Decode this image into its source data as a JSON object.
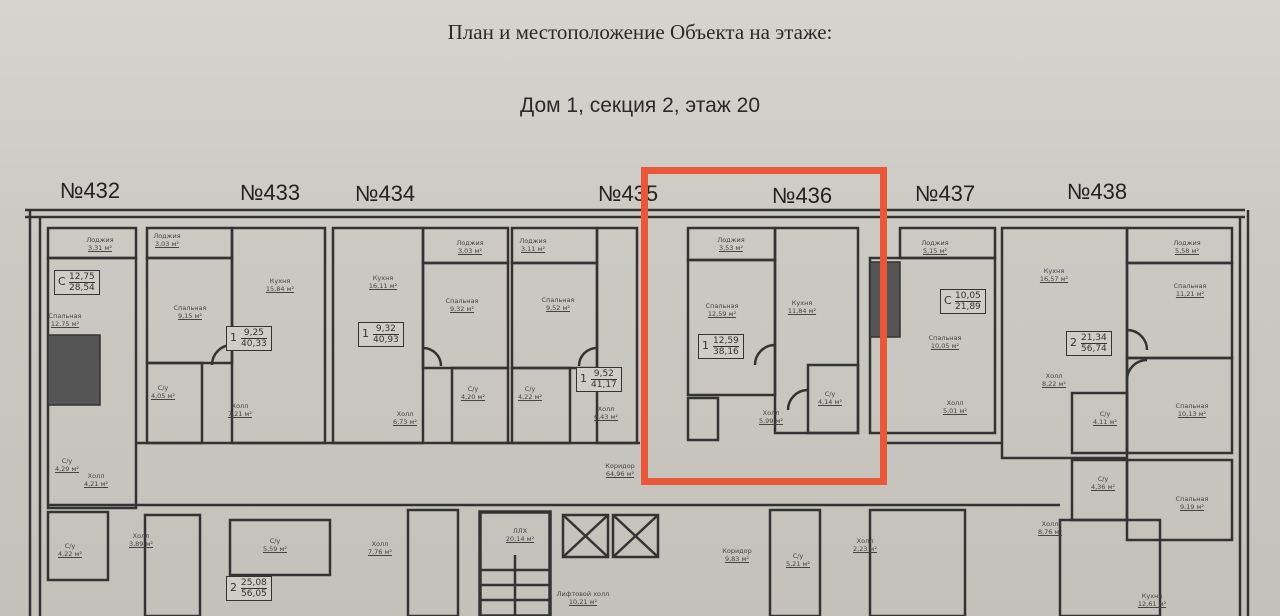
{
  "header": {
    "title": "План и местоположение Объекта на этаже:",
    "subtitle": "Дом 1, секция 2, этаж 20"
  },
  "highlight": {
    "apartment": "№436",
    "color": "#e9573a"
  },
  "apartments": [
    "№432",
    "№433",
    "№434",
    "№435",
    "№436",
    "№437",
    "№438"
  ],
  "summaries": [
    {
      "type": "С",
      "living": "12,75",
      "total": "28,54"
    },
    {
      "type": "1",
      "living": "9,25",
      "total": "40,33"
    },
    {
      "type": "1",
      "living": "9,32",
      "total": "40,93"
    },
    {
      "type": "1",
      "living": "9,52",
      "total": "41,17"
    },
    {
      "type": "1",
      "living": "12,59",
      "total": "38,16"
    },
    {
      "type": "С",
      "living": "10,05",
      "total": "21,89"
    },
    {
      "type": "2",
      "living": "21,34",
      "total": "56,74"
    },
    {
      "type": "2",
      "living": "25,08",
      "total": "56,05"
    }
  ],
  "rooms": [
    {
      "name": "Лоджия",
      "area": "3,31 м²"
    },
    {
      "name": "Лоджия",
      "area": "3,03 м²"
    },
    {
      "name": "Кухня",
      "area": "15,84 м²"
    },
    {
      "name": "Спальная",
      "area": "9,15 м²"
    },
    {
      "name": "Кухня",
      "area": "16,11 м²"
    },
    {
      "name": "Лоджия",
      "area": "3,03 м²"
    },
    {
      "name": "Спальная",
      "area": "9,32 м²"
    },
    {
      "name": "Лоджия",
      "area": "3,11 м²"
    },
    {
      "name": "Спальная",
      "area": "9,52 м²"
    },
    {
      "name": "Лоджия",
      "area": "3,53 м²"
    },
    {
      "name": "Спальная",
      "area": "12,59 м²"
    },
    {
      "name": "Кухня",
      "area": "11,84 м²"
    },
    {
      "name": "С/у",
      "area": "4,14 м²"
    },
    {
      "name": "Холл",
      "area": "5,99 м²"
    },
    {
      "name": "Лоджия",
      "area": "5,15 м²"
    },
    {
      "name": "Спальная",
      "area": "10,05 м²"
    },
    {
      "name": "Холл",
      "area": "5,01 м²"
    },
    {
      "name": "Кухня",
      "area": "16,57 м²"
    },
    {
      "name": "Лоджия",
      "area": "5,58 м²"
    },
    {
      "name": "Спальная",
      "area": "11,21 м²"
    },
    {
      "name": "Холл",
      "area": "8,22 м²"
    },
    {
      "name": "С/у",
      "area": "4,11 м²"
    },
    {
      "name": "Спальная",
      "area": "10,13 м²"
    },
    {
      "name": "С/у",
      "area": "4,36 м²"
    },
    {
      "name": "Спальная",
      "area": "9,19 м²"
    },
    {
      "name": "Спальная",
      "area": "12,75 м²"
    },
    {
      "name": "С/у",
      "area": "4,05 м²"
    },
    {
      "name": "Холл",
      "area": "7,21 м²"
    },
    {
      "name": "С/у",
      "area": "4,20 м²"
    },
    {
      "name": "С/у",
      "area": "4,22 м²"
    },
    {
      "name": "Холл",
      "area": "6,73 м²"
    },
    {
      "name": "Холл",
      "area": "6,43 м²"
    },
    {
      "name": "С/у",
      "area": "4,29 м²"
    },
    {
      "name": "Холл",
      "area": "4,21 м²"
    },
    {
      "name": "Коридор",
      "area": "64,96 м²"
    },
    {
      "name": "С/у",
      "area": "4,22 м²"
    },
    {
      "name": "Холл",
      "area": "3,89 м²"
    },
    {
      "name": "С/у",
      "area": "5,59 м²"
    },
    {
      "name": "Холл",
      "area": "7,76 м²"
    },
    {
      "name": "ЛЛХ",
      "area": "20,14 м²"
    },
    {
      "name": "Лифтовой холл",
      "area": "10,21 м²"
    },
    {
      "name": "Коридор",
      "area": "9,83 м²"
    },
    {
      "name": "С/у",
      "area": "5,21 м²"
    },
    {
      "name": "Холл",
      "area": "2,23 м²"
    },
    {
      "name": "Холл",
      "area": "8,76 м²"
    },
    {
      "name": "Кухня",
      "area": "12,61 м²"
    }
  ]
}
